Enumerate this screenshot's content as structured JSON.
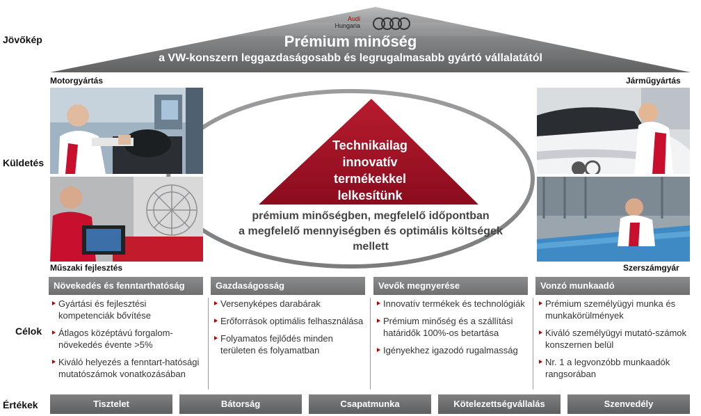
{
  "row_labels": {
    "vision": "Jövőkép",
    "mission": "Küldetés",
    "goals": "Célok",
    "values": "Értékek"
  },
  "logo": {
    "brand": "Audi",
    "sub": "Hungaria",
    "rings_icon": "audi-rings-icon"
  },
  "vision": {
    "title": "Prémium minőség",
    "subtitle": "a VW-konszern leggazdaságosabb és legrugalmasabb gyártó vállalatától"
  },
  "photos": {
    "engine_production": "Motorgyártás",
    "vehicle_production": "Járműgyártás",
    "technical_development": "Műszaki fejlesztés",
    "tool_shop": "Szerszámgyár"
  },
  "mission": {
    "triangle_lines": [
      "Technikailag",
      "innovatív",
      "termékekkel",
      "lelkesítünk"
    ],
    "lines": [
      "prémium minőségben, megfelelő időpontban",
      "a megfelelő mennyiségben és optimális költségek",
      "mellett"
    ]
  },
  "goals": [
    {
      "title": "Növekedés és fenntarthatóság",
      "items": [
        "Gyártási és fejlesztési kompetenciák bővítése",
        "Átlagos középtávú forgalom-növekedés évente >5%",
        "Kiváló helyezés a fenntart-hatósági mutatószámok vonatkozásában"
      ]
    },
    {
      "title": "Gazdaságosság",
      "items": [
        "Versenyképes darabárak",
        "Erőforrások optimális felhasználása",
        "Folyamatos fejlődés minden területen és folyamatban"
      ]
    },
    {
      "title": "Vevők megnyerése",
      "items": [
        "Innovatív termékek és technológiák",
        "Prémium minőség és a szállítási határidők 100%-os betartása",
        "Igényekhez igazodó rugalmasság"
      ]
    },
    {
      "title": "Vonzó munkaadó",
      "items": [
        "Prémium személyügyi munka és munkakörülmények",
        "Kiváló személyügyi mutató-számok konszernen belül",
        "Nr. 1 a legvonzóbb munkaadók rangsorában"
      ]
    }
  ],
  "values": [
    "Tisztelet",
    "Bátorság",
    "Csapatmunka",
    "Kötelezettségvállalás",
    "Szenvedély"
  ],
  "colors": {
    "brand_red": "#b00000",
    "triangle_red": "#9e0f22",
    "roof_gray": "#6f7173",
    "header_gray": "#7a7c7e"
  }
}
